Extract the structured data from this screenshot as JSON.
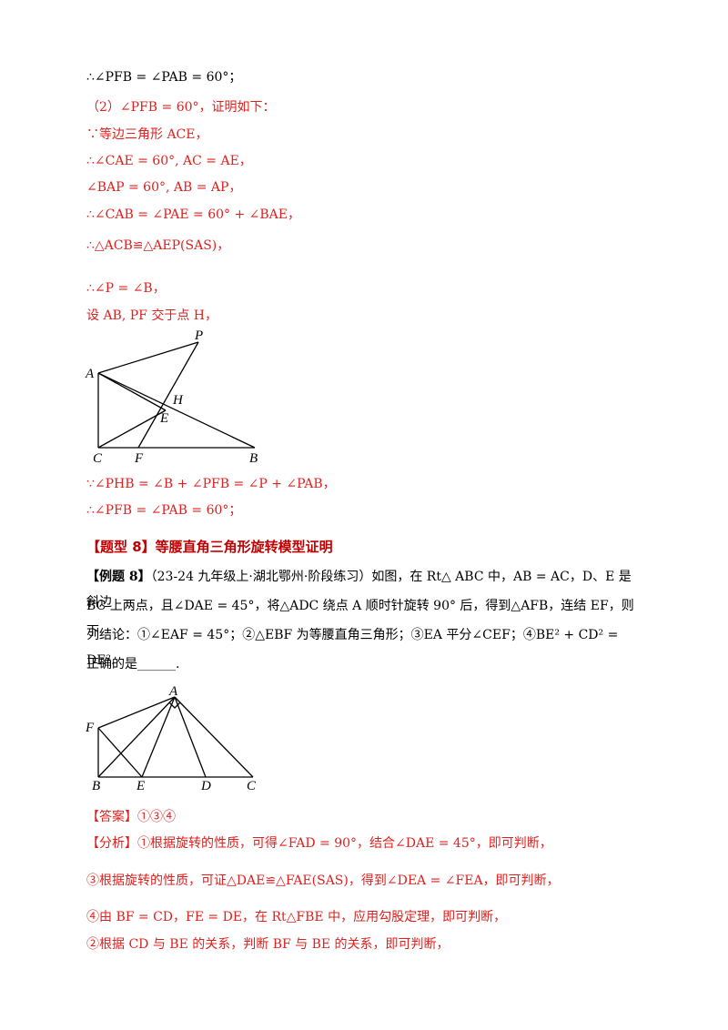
{
  "part1": {
    "line1": "∴∠PFB = ∠PAB = 60°；",
    "line2": "（2）∠PFB = 60°，证明如下：",
    "line3": "∵等边三角形 ACE，",
    "line4": "∴∠CAE = 60°, AC = AE，",
    "line5": "∠BAP = 60°, AB = AP，",
    "line6": "∴∠CAB = ∠PAE = 60° + ∠BAE，",
    "line7": "∴△ACB≌△AEP(SAS)，",
    "line8": "∴∠P = ∠B，",
    "line9": "设 AB, PF 交于点 H，",
    "line10": "∵∠PHB = ∠B + ∠PFB = ∠P + ∠PAB，",
    "line11": "∴∠PFB = ∠PAB = 60°；"
  },
  "figure1": {
    "labels": {
      "P": "P",
      "A": "A",
      "H": "H",
      "E": "E",
      "C": "C",
      "F": "F",
      "B": "B"
    }
  },
  "section": {
    "heading": "【题型 8】等腰直角三角形旋转模型证明"
  },
  "example": {
    "tag": "【例题 8】",
    "text1": "（23-24 九年级上·湖北鄂州·阶段练习）如图，在 Rt△ ABC 中，AB = AC，D、E 是斜边",
    "text2": "BC 上两点，且∠DAE = 45°，将△ADC 绕点 A 顺时针旋转 90° 后，得到△AFB，连结 EF，则下",
    "text3": "列结论：①∠EAF = 45°；②△EBF 为等腰直角三角形；③EA 平分∠CEF；④BE² + CD² = DE².",
    "text4": "正确的是______."
  },
  "figure2": {
    "labels": {
      "A": "A",
      "F": "F",
      "B": "B",
      "E": "E",
      "D": "D",
      "C": "C"
    }
  },
  "answer": {
    "label": "【答案】①③④",
    "analysis1": "【分析】①根据旋转的性质，可得∠FAD = 90°，结合∠DAE = 45°，即可判断，",
    "analysis2": "③根据旋转的性质，可证△DAE≌△FAE(SAS)，得到∠DEA = ∠FEA，即可判断，",
    "analysis3": "④由 BF = CD，FE = DE，在 Rt△FBE 中，应用勾股定理，即可判断，",
    "analysis4": "②根据 CD 与 BE 的关系，判断 BF 与 BE 的关系，即可判断，"
  }
}
